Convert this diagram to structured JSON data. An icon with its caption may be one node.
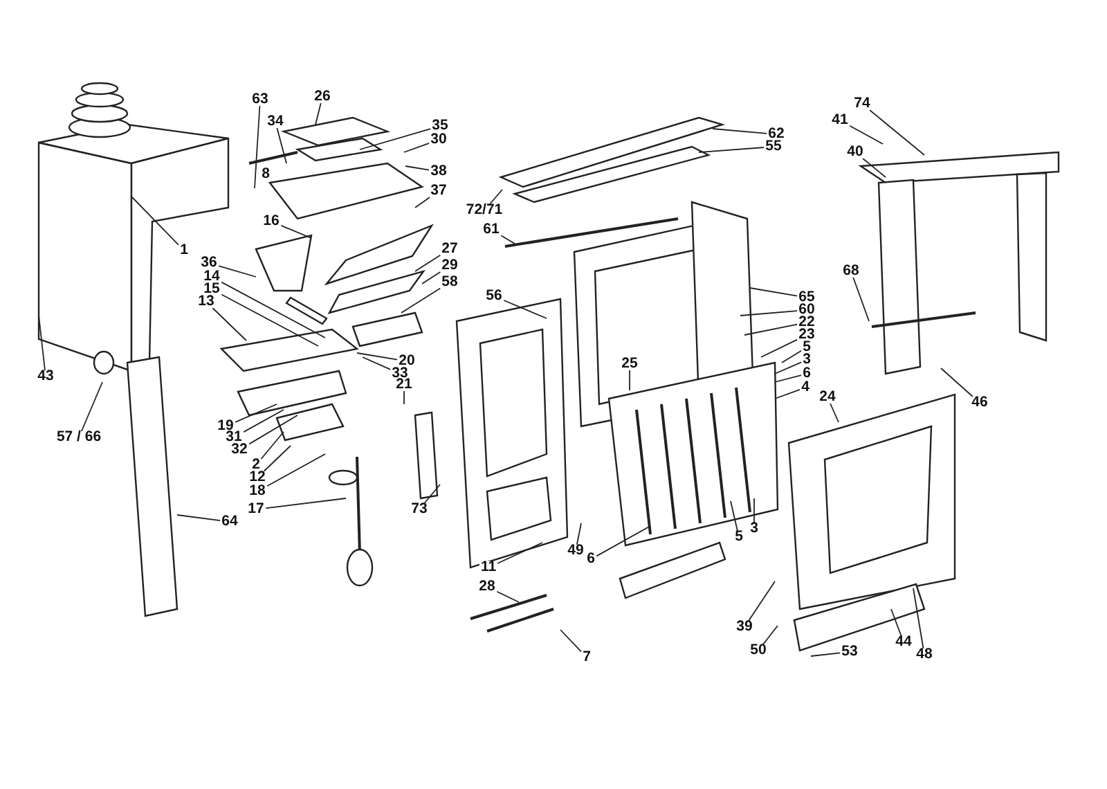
{
  "diagram": {
    "nodes": [
      {
        "text": [
          "63"
        ]
      },
      {
        "text": [
          "26"
        ]
      },
      {
        "text": [
          "34"
        ]
      },
      {
        "text": [
          "35"
        ]
      },
      {
        "text": [
          "30"
        ]
      },
      {
        "text": [
          "38"
        ]
      },
      {
        "text": [
          "37"
        ]
      },
      {
        "text": [
          "1"
        ]
      },
      {
        "text": [
          "16"
        ]
      },
      {
        "text": [
          "27"
        ]
      },
      {
        "text": [
          "36"
        ]
      },
      {
        "text": [
          "14"
        ]
      },
      {
        "text": [
          "15"
        ]
      },
      {
        "text": [
          "13"
        ]
      },
      {
        "text": [
          "29"
        ]
      },
      {
        "text": [
          "58"
        ]
      },
      {
        "text": [
          "20"
        ]
      },
      {
        "text": [
          "33"
        ]
      },
      {
        "text": [
          "43"
        ]
      },
      {
        "text": [
          "21"
        ]
      },
      {
        "text": [
          "57 / 66"
        ]
      },
      {
        "text": [
          "19"
        ]
      },
      {
        "text": [
          "31"
        ]
      },
      {
        "text": [
          "32"
        ]
      },
      {
        "text": [
          "2"
        ]
      },
      {
        "text": [
          "12"
        ]
      },
      {
        "text": [
          "18"
        ]
      },
      {
        "text": [
          "17"
        ]
      },
      {
        "text": [
          "64"
        ]
      },
      {
        "text": [
          "73"
        ]
      },
      {
        "text": [
          "62"
        ]
      },
      {
        "text": [
          "55"
        ]
      },
      {
        "text": [
          "72/71"
        ]
      },
      {
        "text": [
          "61"
        ]
      },
      {
        "text": [
          "56"
        ]
      },
      {
        "text": [
          "65"
        ]
      },
      {
        "text": [
          "60"
        ]
      },
      {
        "text": [
          "22"
        ]
      },
      {
        "text": [
          "23"
        ]
      },
      {
        "text": [
          "5"
        ]
      },
      {
        "text": [
          "3"
        ]
      },
      {
        "text": [
          "6"
        ]
      },
      {
        "text": [
          "4"
        ]
      },
      {
        "text": [
          "24"
        ]
      },
      {
        "text": [
          "25"
        ]
      },
      {
        "text": [
          "49"
        ]
      },
      {
        "text": [
          "11"
        ]
      },
      {
        "text": [
          "6"
        ]
      },
      {
        "text": [
          "5"
        ]
      },
      {
        "text": [
          "3"
        ]
      },
      {
        "text": [
          "28"
        ]
      },
      {
        "text": [
          "7"
        ]
      },
      {
        "text": [
          "39"
        ]
      },
      {
        "text": [
          "50"
        ]
      },
      {
        "text": [
          "53"
        ]
      },
      {
        "text": [
          "44"
        ]
      },
      {
        "text": [
          "48"
        ]
      },
      {
        "text": [
          "74"
        ]
      },
      {
        "text": [
          "41"
        ]
      },
      {
        "text": [
          "40"
        ]
      },
      {
        "text": [
          "68"
        ]
      },
      {
        "text": [
          "46"
        ]
      }
    ],
    "edges": [
      {
        "from": 0,
        "to": null,
        "arrow": "none"
      },
      {
        "from": 1,
        "to": null,
        "arrow": "none"
      },
      {
        "from": 2,
        "to": null,
        "arrow": "none"
      },
      {
        "from": 3,
        "to": null,
        "arrow": "none"
      },
      {
        "from": 4,
        "to": null,
        "arrow": "none"
      },
      {
        "from": 5,
        "to": null,
        "arrow": "none"
      },
      {
        "from": 6,
        "to": null,
        "arrow": "none"
      },
      {
        "from": 7,
        "to": null,
        "arrow": "none"
      },
      {
        "from": 8,
        "to": null,
        "arrow": "none"
      },
      {
        "from": 9,
        "to": null,
        "arrow": "none"
      },
      {
        "from": 10,
        "to": null,
        "arrow": "none"
      },
      {
        "from": 11,
        "to": null,
        "arrow": "none"
      },
      {
        "from": 12,
        "to": null,
        "arrow": "none"
      },
      {
        "from": 13,
        "to": null,
        "arrow": "none"
      },
      {
        "from": 14,
        "to": null,
        "arrow": "none"
      },
      {
        "from": 15,
        "to": null,
        "arrow": "none"
      },
      {
        "from": 16,
        "to": null,
        "arrow": "none"
      },
      {
        "from": 17,
        "to": null,
        "arrow": "none"
      },
      {
        "from": 18,
        "to": null,
        "arrow": "none"
      },
      {
        "from": 19,
        "to": null,
        "arrow": "none"
      },
      {
        "from": 20,
        "to": null,
        "arrow": "none"
      },
      {
        "from": 21,
        "to": null,
        "arrow": "none"
      },
      {
        "from": 22,
        "to": null,
        "arrow": "none"
      },
      {
        "from": 23,
        "to": null,
        "arrow": "none"
      },
      {
        "from": 24,
        "to": null,
        "arrow": "none"
      },
      {
        "from": 25,
        "to": null,
        "arrow": "none"
      },
      {
        "from": 26,
        "to": null,
        "arrow": "none"
      },
      {
        "from": 27,
        "to": null,
        "arrow": "none"
      },
      {
        "from": 28,
        "to": null,
        "arrow": "none"
      },
      {
        "from": 29,
        "to": null,
        "arrow": "none"
      },
      {
        "from": 30,
        "to": null,
        "arrow": "none"
      },
      {
        "from": 31,
        "to": null,
        "arrow": "none"
      },
      {
        "from": 32,
        "to": null,
        "arrow": "none"
      },
      {
        "from": 33,
        "to": null,
        "arrow": "none"
      },
      {
        "from": 34,
        "to": null,
        "arrow": "none"
      },
      {
        "from": 35,
        "to": null,
        "arrow": "none"
      },
      {
        "from": 36,
        "to": null,
        "arrow": "none"
      },
      {
        "from": 37,
        "to": null,
        "arrow": "none"
      },
      {
        "from": 38,
        "to": null,
        "arrow": "none"
      },
      {
        "from": 39,
        "to": null,
        "arrow": "none"
      },
      {
        "from": 40,
        "to": null,
        "arrow": "none"
      },
      {
        "from": 41,
        "to": null,
        "arrow": "none"
      },
      {
        "from": 42,
        "to": null,
        "arrow": "none"
      },
      {
        "from": 43,
        "to": null,
        "arrow": "none"
      },
      {
        "from": 44,
        "to": null,
        "arrow": "none"
      },
      {
        "from": 45,
        "to": null,
        "arrow": "none"
      },
      {
        "from": 46,
        "to": null,
        "arrow": "none"
      },
      {
        "from": 47,
        "to": null,
        "arrow": "none"
      },
      {
        "from": 48,
        "to": null,
        "arrow": "none"
      },
      {
        "from": 49,
        "to": null,
        "arrow": "none"
      },
      {
        "from": 50,
        "to": null,
        "arrow": "none"
      },
      {
        "from": 51,
        "to": null,
        "arrow": "none"
      },
      {
        "from": 52,
        "to": null,
        "arrow": "none"
      },
      {
        "from": 53,
        "to": null,
        "arrow": "none"
      },
      {
        "from": 54,
        "to": null,
        "arrow": "none"
      },
      {
        "from": 55,
        "to": null,
        "arrow": "none"
      },
      {
        "from": 56,
        "to": null,
        "arrow": "none"
      },
      {
        "from": 57,
        "to": null,
        "arrow": "none"
      },
      {
        "from": 58,
        "to": null,
        "arrow": "none"
      },
      {
        "from": 59,
        "to": null,
        "arrow": "none"
      },
      {
        "from": 60,
        "to": null,
        "arrow": "none"
      },
      {
        "from": 61,
        "to": null,
        "arrow": "none"
      }
    ],
    "labels": [
      "8"
    ]
  }
}
